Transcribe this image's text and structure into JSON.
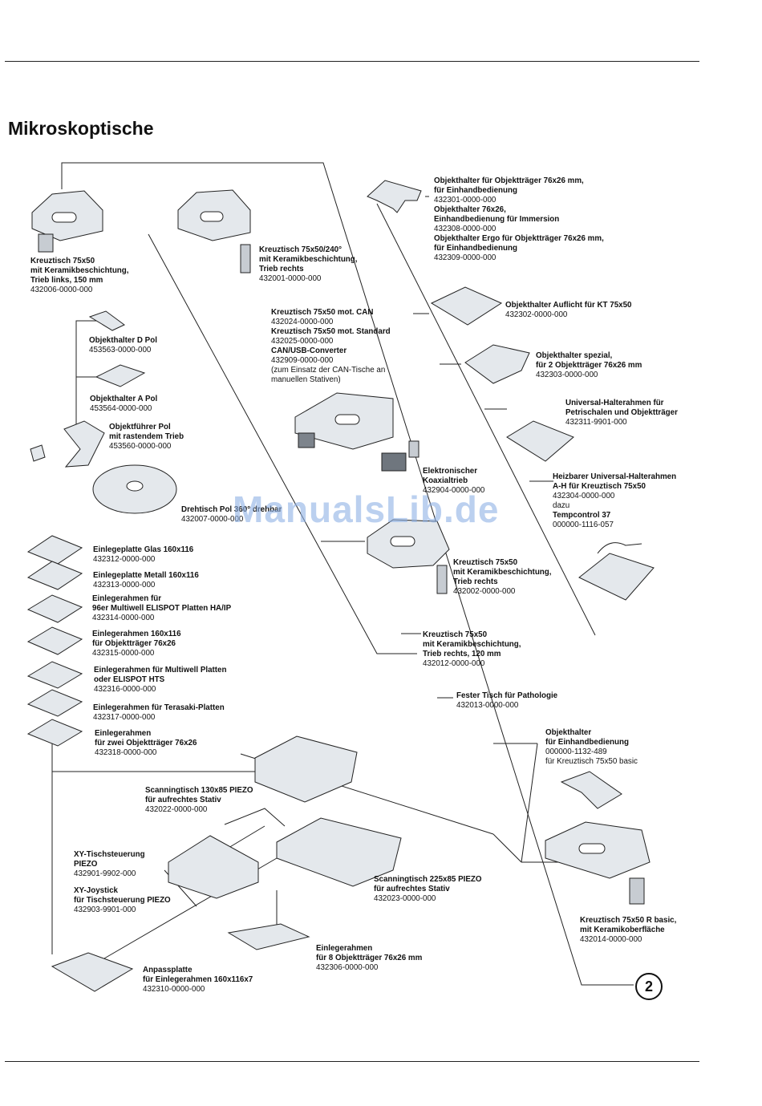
{
  "page": {
    "title": "Mikroskoptische",
    "watermark": "ManualsLib.de",
    "page_number": "2"
  },
  "items": [
    {
      "id": "kt-links",
      "lines": [
        {
          "t": "Kreuztisch 75x50",
          "b": 1
        },
        {
          "t": "mit Keramikbeschichtung,",
          "b": 1
        },
        {
          "t": "Trieb links, 150 mm",
          "b": 1
        },
        {
          "t": "432006-0000-000",
          "b": 0
        }
      ]
    },
    {
      "id": "kt-240",
      "lines": [
        {
          "t": "Kreuztisch 75x50/240°",
          "b": 1
        },
        {
          "t": "mit Keramikbeschichtung,",
          "b": 1
        },
        {
          "t": "Trieb rechts",
          "b": 1
        },
        {
          "t": "432001-0000-000",
          "b": 0
        }
      ]
    },
    {
      "id": "oh-einhand",
      "lines": [
        {
          "t": "Objekthalter für Objektträger 76x26 mm,",
          "b": 1
        },
        {
          "t": "für Einhandbedienung",
          "b": 1
        },
        {
          "t": "432301-0000-000",
          "b": 0
        },
        {
          "t": "Objekthalter 76x26,",
          "b": 1
        },
        {
          "t": "Einhandbedienung für Immersion",
          "b": 1
        },
        {
          "t": "432308-0000-000",
          "b": 0
        },
        {
          "t": "Objekthalter Ergo für Objektträger 76x26 mm,",
          "b": 1
        },
        {
          "t": "für Einhandbedienung",
          "b": 1
        },
        {
          "t": "432309-0000-000",
          "b": 0
        }
      ]
    },
    {
      "id": "oh-auflicht",
      "lines": [
        {
          "t": "Objekthalter Auflicht für KT 75x50",
          "b": 1
        },
        {
          "t": "432302-0000-000",
          "b": 0
        }
      ]
    },
    {
      "id": "kt-can",
      "lines": [
        {
          "t": "Kreuztisch 75x50 mot. CAN",
          "b": 1
        },
        {
          "t": "432024-0000-000",
          "b": 0
        },
        {
          "t": "Kreuztisch 75x50 mot. Standard",
          "b": 1
        },
        {
          "t": "432025-0000-000",
          "b": 0
        },
        {
          "t": "CAN/USB-Converter",
          "b": 1
        },
        {
          "t": "432909-0000-000",
          "b": 0
        },
        {
          "t": "(zum Einsatz der CAN-Tische an",
          "b": 0
        },
        {
          "t": "manuellen Stativen)",
          "b": 0
        }
      ]
    },
    {
      "id": "oh-d-pol",
      "lines": [
        {
          "t": "Objekthalter D Pol",
          "b": 1
        },
        {
          "t": "453563-0000-000",
          "b": 0
        }
      ]
    },
    {
      "id": "oh-spezial",
      "lines": [
        {
          "t": "Objekthalter spezial,",
          "b": 1
        },
        {
          "t": "für 2 Objektträger 76x26 mm",
          "b": 1
        },
        {
          "t": "432303-0000-000",
          "b": 0
        }
      ]
    },
    {
      "id": "oh-a-pol",
      "lines": [
        {
          "t": "Objekthalter A Pol",
          "b": 1
        },
        {
          "t": "453564-0000-000",
          "b": 0
        }
      ]
    },
    {
      "id": "universal",
      "lines": [
        {
          "t": "Universal-Halterahmen für",
          "b": 1
        },
        {
          "t": "Petrischalen und Objektträger",
          "b": 1
        },
        {
          "t": "432311-9901-000",
          "b": 0
        }
      ]
    },
    {
      "id": "objektfuehrer",
      "lines": [
        {
          "t": "Objektführer Pol",
          "b": 1
        },
        {
          "t": "mit rastendem Trieb",
          "b": 1
        },
        {
          "t": "453560-0000-000",
          "b": 0
        }
      ]
    },
    {
      "id": "koaxial",
      "lines": [
        {
          "t": "Elektronischer",
          "b": 1
        },
        {
          "t": "Koaxialtrieb",
          "b": 1
        },
        {
          "t": "432904-0000-000",
          "b": 0
        }
      ]
    },
    {
      "id": "heizbar",
      "lines": [
        {
          "t": "Heizbarer Universal-Halterahmen",
          "b": 1
        },
        {
          "t": "A-H für Kreuztisch 75x50",
          "b": 1
        },
        {
          "t": "432304-0000-000",
          "b": 0
        },
        {
          "t": "dazu",
          "b": 0
        },
        {
          "t": "Tempcontrol 37",
          "b": 1
        },
        {
          "t": "000000-1116-057",
          "b": 0
        }
      ]
    },
    {
      "id": "drehtisch",
      "lines": [
        {
          "t": "Drehtisch Pol 360° drehbar",
          "b": 1
        },
        {
          "t": "432007-0000-000",
          "b": 0
        }
      ]
    },
    {
      "id": "glas",
      "lines": [
        {
          "t": "Einlegeplatte Glas 160x116",
          "b": 1
        },
        {
          "t": "432312-0000-000",
          "b": 0
        }
      ]
    },
    {
      "id": "kt-rechts",
      "lines": [
        {
          "t": "Kreuztisch 75x50",
          "b": 1
        },
        {
          "t": "mit Keramikbeschichtung,",
          "b": 1
        },
        {
          "t": "Trieb rechts",
          "b": 1
        },
        {
          "t": "432002-0000-000",
          "b": 0
        }
      ]
    },
    {
      "id": "metall",
      "lines": [
        {
          "t": "Einlegeplatte Metall 160x116",
          "b": 1
        },
        {
          "t": "432313-0000-000",
          "b": 0
        }
      ]
    },
    {
      "id": "elispot",
      "lines": [
        {
          "t": "Einlegerahmen für",
          "b": 1
        },
        {
          "t": "96er Multiwell ELISPOT Platten HA/IP",
          "b": 1
        },
        {
          "t": "432314-0000-000",
          "b": 0
        }
      ]
    },
    {
      "id": "er-160",
      "lines": [
        {
          "t": "Einlegerahmen 160x116",
          "b": 1
        },
        {
          "t": "für Objektträger 76x26",
          "b": 1
        },
        {
          "t": "432315-0000-000",
          "b": 0
        }
      ]
    },
    {
      "id": "kt-120",
      "lines": [
        {
          "t": "Kreuztisch 75x50",
          "b": 1
        },
        {
          "t": "mit Keramikbeschichtung,",
          "b": 1
        },
        {
          "t": "Trieb rechts, 120 mm",
          "b": 1
        },
        {
          "t": "432012-0000-000",
          "b": 0
        }
      ]
    },
    {
      "id": "multiwell",
      "lines": [
        {
          "t": "Einlegerahmen für Multiwell Platten",
          "b": 1
        },
        {
          "t": "oder ELISPOT HTS",
          "b": 1
        },
        {
          "t": "432316-0000-000",
          "b": 0
        }
      ]
    },
    {
      "id": "pathologie",
      "lines": [
        {
          "t": "Fester Tisch für Pathologie",
          "b": 1
        },
        {
          "t": "432013-0000-000",
          "b": 0
        }
      ]
    },
    {
      "id": "terasaki",
      "lines": [
        {
          "t": "Einlegerahmen für Terasaki-Platten",
          "b": 1
        },
        {
          "t": "432317-0000-000",
          "b": 0
        }
      ]
    },
    {
      "id": "oh-basic",
      "lines": [
        {
          "t": "Objekthalter",
          "b": 1
        },
        {
          "t": "für Einhandbedienung",
          "b": 1
        },
        {
          "t": "000000-1132-489",
          "b": 0
        },
        {
          "t": "für Kreuztisch 75x50 basic",
          "b": 0
        }
      ]
    },
    {
      "id": "er-zwei",
      "lines": [
        {
          "t": "Einlegerahmen",
          "b": 1
        },
        {
          "t": "für zwei Objektträger 76x26",
          "b": 1
        },
        {
          "t": "432318-0000-000",
          "b": 0
        }
      ]
    },
    {
      "id": "scan-130",
      "lines": [
        {
          "t": "Scanningtisch 130x85 PIEZO",
          "b": 1
        },
        {
          "t": "für aufrechtes Stativ",
          "b": 1
        },
        {
          "t": "432022-0000-000",
          "b": 0
        }
      ]
    },
    {
      "id": "xy-steuerung",
      "lines": [
        {
          "t": "XY-Tischsteuerung",
          "b": 1
        },
        {
          "t": "PIEZO",
          "b": 1
        },
        {
          "t": "432901-9902-000",
          "b": 0
        }
      ]
    },
    {
      "id": "scan-225",
      "lines": [
        {
          "t": "Scanningtisch 225x85 PIEZO",
          "b": 1
        },
        {
          "t": "für aufrechtes Stativ",
          "b": 1
        },
        {
          "t": "432023-0000-000",
          "b": 0
        }
      ]
    },
    {
      "id": "xy-joystick",
      "lines": [
        {
          "t": "XY-Joystick",
          "b": 1
        },
        {
          "t": "für Tischsteuerung PIEZO",
          "b": 1
        },
        {
          "t": "432903-9901-000",
          "b": 0
        }
      ]
    },
    {
      "id": "kt-basic",
      "lines": [
        {
          "t": "Kreuztisch 75x50 R basic,",
          "b": 1
        },
        {
          "t": "mit Keramikoberfläche",
          "b": 1
        },
        {
          "t": "432014-0000-000",
          "b": 0
        }
      ]
    },
    {
      "id": "er-8",
      "lines": [
        {
          "t": "Einlegerahmen",
          "b": 1
        },
        {
          "t": "für 8 Objektträger 76x26 mm",
          "b": 1
        },
        {
          "t": "432306-0000-000",
          "b": 0
        }
      ]
    },
    {
      "id": "anpass",
      "lines": [
        {
          "t": "Anpassplatte",
          "b": 1
        },
        {
          "t": "für Einlegerahmen 160x116x7",
          "b": 1
        },
        {
          "t": "432310-0000-000",
          "b": 0
        }
      ]
    }
  ]
}
